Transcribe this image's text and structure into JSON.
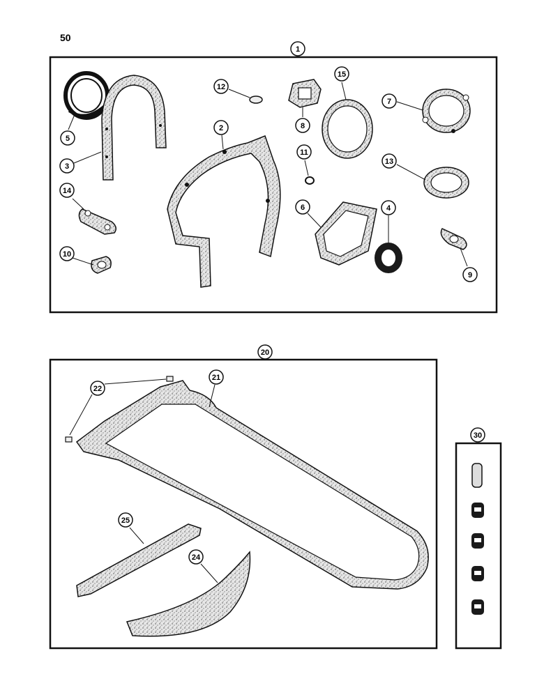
{
  "page_number": "50",
  "groups": [
    {
      "id": "group-1",
      "label": "1"
    },
    {
      "id": "group-20",
      "label": "20"
    },
    {
      "id": "group-30",
      "label": "30"
    }
  ],
  "callouts": [
    {
      "id": "c5",
      "label": "5"
    },
    {
      "id": "c3",
      "label": "3"
    },
    {
      "id": "c12",
      "label": "12"
    },
    {
      "id": "c8",
      "label": "8"
    },
    {
      "id": "c15",
      "label": "15"
    },
    {
      "id": "c7",
      "label": "7"
    },
    {
      "id": "c2",
      "label": "2"
    },
    {
      "id": "c11",
      "label": "11"
    },
    {
      "id": "c13",
      "label": "13"
    },
    {
      "id": "c14",
      "label": "14"
    },
    {
      "id": "c6",
      "label": "6"
    },
    {
      "id": "c4",
      "label": "4"
    },
    {
      "id": "c10",
      "label": "10"
    },
    {
      "id": "c9",
      "label": "9"
    },
    {
      "id": "c22",
      "label": "22"
    },
    {
      "id": "c21",
      "label": "21"
    },
    {
      "id": "c25",
      "label": "25"
    },
    {
      "id": "c24",
      "label": "24"
    }
  ],
  "colors": {
    "ink": "#111111",
    "gasket_fill": "#d9d9d9",
    "seal_fill": "#1a1a1a"
  }
}
